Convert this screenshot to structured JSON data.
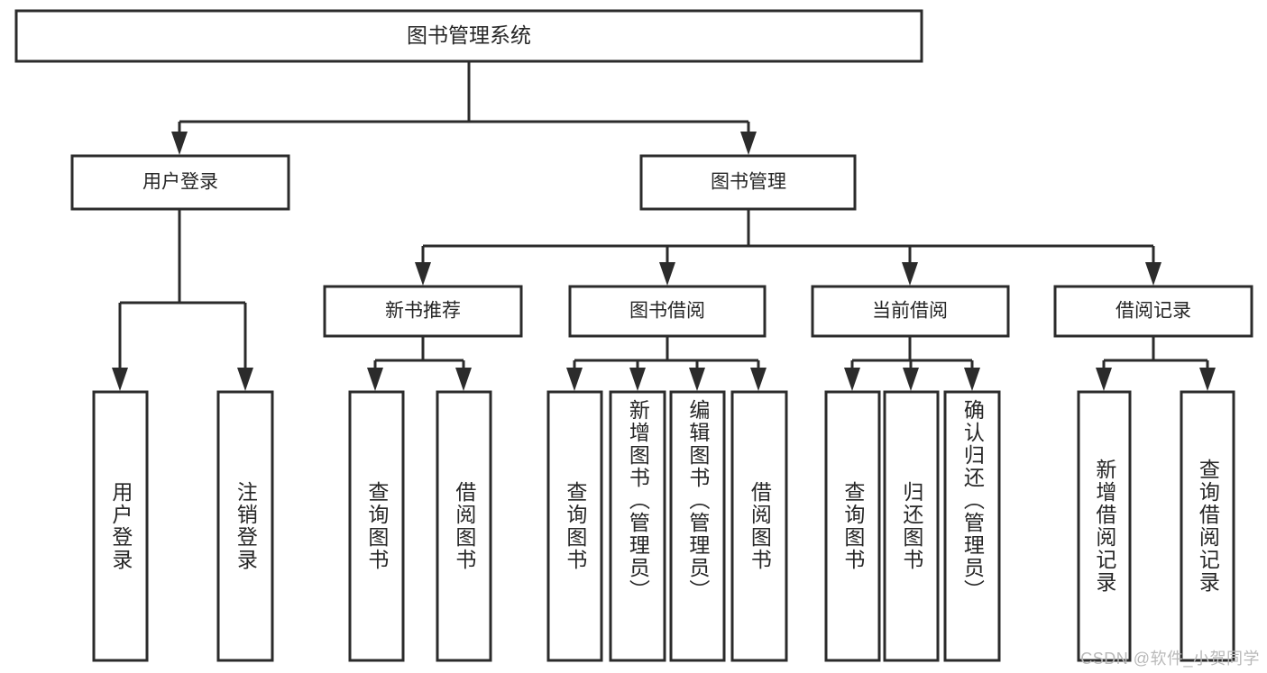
{
  "diagram": {
    "title": "图书管理系统",
    "watermark": "CSDN @软件_小贺同学",
    "root": {
      "id": "root",
      "label": "图书管理系统"
    },
    "level1": [
      {
        "id": "user-login",
        "label": "用户登录"
      },
      {
        "id": "book-management",
        "label": "图书管理"
      }
    ],
    "level2": [
      {
        "id": "new-book-recommend",
        "label": "新书推荐",
        "parent": "book-management"
      },
      {
        "id": "book-borrow",
        "label": "图书借阅",
        "parent": "book-management"
      },
      {
        "id": "current-borrow",
        "label": "当前借阅",
        "parent": "book-management"
      },
      {
        "id": "borrow-record",
        "label": "借阅记录",
        "parent": "book-management"
      }
    ],
    "leaves": [
      {
        "id": "leaf-user-login",
        "label": "用户登录",
        "parent": "user-login"
      },
      {
        "id": "leaf-logout-login",
        "label": "注销登录",
        "parent": "user-login"
      },
      {
        "id": "leaf-query-book-1",
        "label": "查询图书",
        "parent": "new-book-recommend"
      },
      {
        "id": "leaf-borrow-book-1",
        "label": "借阅图书",
        "parent": "new-book-recommend"
      },
      {
        "id": "leaf-query-book-2",
        "label": "查询图书",
        "parent": "book-borrow"
      },
      {
        "id": "leaf-add-book",
        "label": "新增图书（管理员）",
        "parent": "book-borrow"
      },
      {
        "id": "leaf-edit-book",
        "label": "编辑图书（管理员）",
        "parent": "book-borrow"
      },
      {
        "id": "leaf-borrow-book-2",
        "label": "借阅图书",
        "parent": "book-borrow"
      },
      {
        "id": "leaf-query-book-3",
        "label": "查询图书",
        "parent": "current-borrow"
      },
      {
        "id": "leaf-return-book",
        "label": "归还图书",
        "parent": "current-borrow"
      },
      {
        "id": "leaf-confirm-return",
        "label": "确认归还（管理员）",
        "parent": "current-borrow"
      },
      {
        "id": "leaf-add-record",
        "label": "新增借阅记录",
        "parent": "borrow-record"
      },
      {
        "id": "leaf-query-record",
        "label": "查询借阅记录",
        "parent": "borrow-record"
      }
    ],
    "colors": {
      "stroke": "#2b2b2b",
      "fill": "#ffffff",
      "text": "#262626",
      "watermark": "#b9b9b9"
    }
  }
}
